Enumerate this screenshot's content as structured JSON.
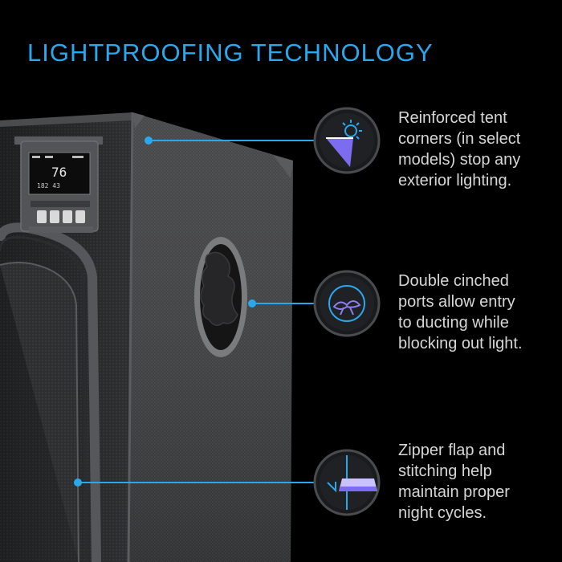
{
  "title": "LIGHTPROOFING TECHNOLOGY",
  "accent_color": "#2aa8ee",
  "features": [
    {
      "icon": "light-blocked-corner-icon",
      "lines": [
        "Reinforced tent",
        "corners (in select",
        "models) stop any",
        "exterior lighting."
      ]
    },
    {
      "icon": "cinched-port-icon",
      "lines": [
        "Double cinched",
        "ports allow entry",
        "to ducting while",
        "blocking out light."
      ]
    },
    {
      "icon": "zipper-flap-icon",
      "lines": [
        "Zipper flap and",
        "stitching help",
        "maintain proper",
        "night cycles."
      ]
    }
  ],
  "controller": {
    "display_value_main": "76",
    "display_value_low": "182 43"
  }
}
